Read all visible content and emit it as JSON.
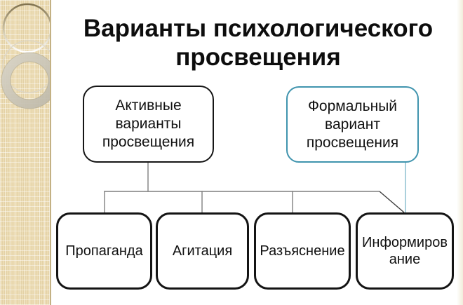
{
  "slide": {
    "title": "Варианты психологического\nпросвещения"
  },
  "diagram": {
    "parents": [
      {
        "id": "active-variants",
        "label": "Активные\nварианты\nпросвещения",
        "border_color": "#161616"
      },
      {
        "id": "formal-variant",
        "label": "Формальный\nвариант\nпросвещения",
        "border_color": "#4094ae"
      }
    ],
    "children": [
      {
        "id": "propaganda",
        "label": "Пропаганда"
      },
      {
        "id": "agitation",
        "label": "Агитация"
      },
      {
        "id": "explanation",
        "label": "Разъяснение"
      },
      {
        "id": "informing",
        "label": "Информиров\nание"
      }
    ]
  },
  "colors": {
    "accent_teal": "#4094ae",
    "teal_connector": "#85bccd",
    "connector_gray": "#7f7f7f",
    "connector_dark": "#3d3d3d",
    "box_border_black": "#141414",
    "sidebar_beige": "#ecdcb4",
    "background": "#ffffff"
  }
}
